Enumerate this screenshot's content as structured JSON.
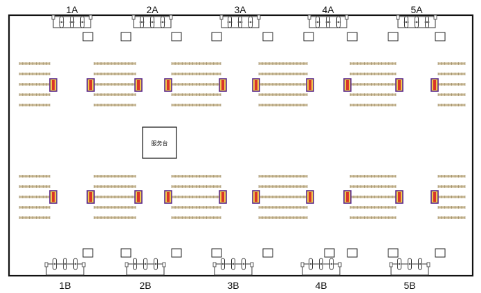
{
  "gates_top": [
    "1A",
    "2A",
    "3A",
    "4A",
    "5A"
  ],
  "gates_bottom": [
    "1B",
    "2B",
    "3B",
    "4B",
    "5B"
  ],
  "service_desk_label": "服务台",
  "colors": {
    "wall": "#111111",
    "seat": "#c9b994",
    "seat_stripe": "#8a7a55",
    "gate_machine": "#ffffff",
    "display_outer": "#5b2a8c",
    "display_fill": "#f2c94c",
    "display_inner": "#d9342b"
  }
}
